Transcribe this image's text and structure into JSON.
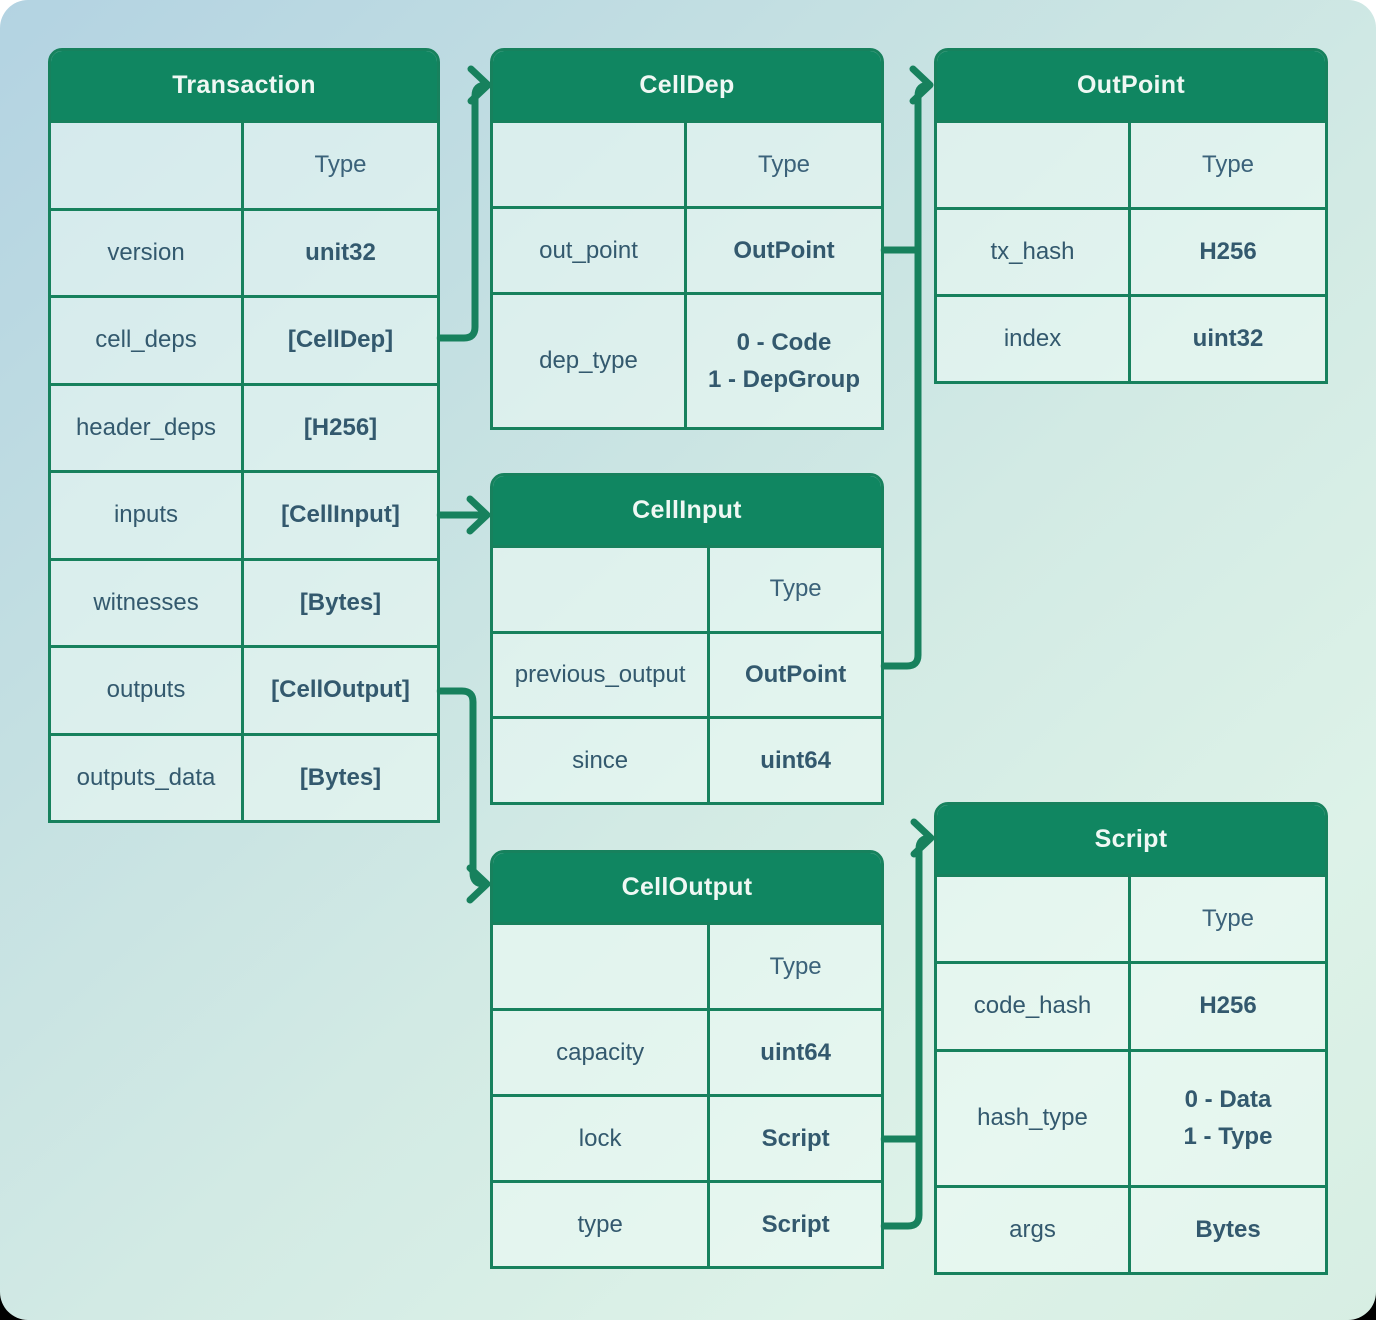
{
  "colors": {
    "header_bg": "#108661",
    "border_line": "#17815d",
    "cell_text": "#33596e",
    "header_text": "#eff8f4"
  },
  "tables": {
    "transaction": {
      "title": "Transaction",
      "type_header": "Type",
      "rows": [
        {
          "field": "version",
          "types": [
            "unit32"
          ]
        },
        {
          "field": "cell_deps",
          "types": [
            "[CellDep]"
          ]
        },
        {
          "field": "header_deps",
          "types": [
            "[H256]"
          ]
        },
        {
          "field": "inputs",
          "types": [
            "[CellInput]"
          ]
        },
        {
          "field": "witnesses",
          "types": [
            "[Bytes]"
          ]
        },
        {
          "field": "outputs",
          "types": [
            "[CellOutput]"
          ]
        },
        {
          "field": "outputs_data",
          "types": [
            "[Bytes]"
          ]
        }
      ]
    },
    "celldep": {
      "title": "CellDep",
      "type_header": "Type",
      "rows": [
        {
          "field": "out_point",
          "types": [
            "OutPoint"
          ]
        },
        {
          "field": "dep_type",
          "types": [
            "0 - Code",
            "1 - DepGroup"
          ]
        }
      ]
    },
    "outpoint": {
      "title": "OutPoint",
      "type_header": "Type",
      "rows": [
        {
          "field": "tx_hash",
          "types": [
            "H256"
          ]
        },
        {
          "field": "index",
          "types": [
            "uint32"
          ]
        }
      ]
    },
    "cellinput": {
      "title": "CellInput",
      "type_header": "Type",
      "rows": [
        {
          "field": "previous_output",
          "types": [
            "OutPoint"
          ]
        },
        {
          "field": "since",
          "types": [
            "uint64"
          ]
        }
      ]
    },
    "celloutput": {
      "title": "CellOutput",
      "type_header": "Type",
      "rows": [
        {
          "field": "capacity",
          "types": [
            "uint64"
          ]
        },
        {
          "field": "lock",
          "types": [
            "Script"
          ]
        },
        {
          "field": "type",
          "types": [
            "Script"
          ]
        }
      ]
    },
    "script": {
      "title": "Script",
      "type_header": "Type",
      "rows": [
        {
          "field": "code_hash",
          "types": [
            "H256"
          ]
        },
        {
          "field": "hash_type",
          "types": [
            "0 - Data",
            "1 - Type"
          ]
        },
        {
          "field": "args",
          "types": [
            "Bytes"
          ]
        }
      ]
    }
  },
  "connections": [
    {
      "from": "Transaction.cell_deps",
      "to": "CellDep"
    },
    {
      "from": "Transaction.inputs",
      "to": "CellInput"
    },
    {
      "from": "Transaction.outputs",
      "to": "CellOutput"
    },
    {
      "from": "CellDep.out_point",
      "to": "OutPoint"
    },
    {
      "from": "CellInput.previous_output",
      "to": "OutPoint"
    },
    {
      "from": "CellOutput.lock",
      "to": "Script"
    },
    {
      "from": "CellOutput.type",
      "to": "Script"
    }
  ]
}
